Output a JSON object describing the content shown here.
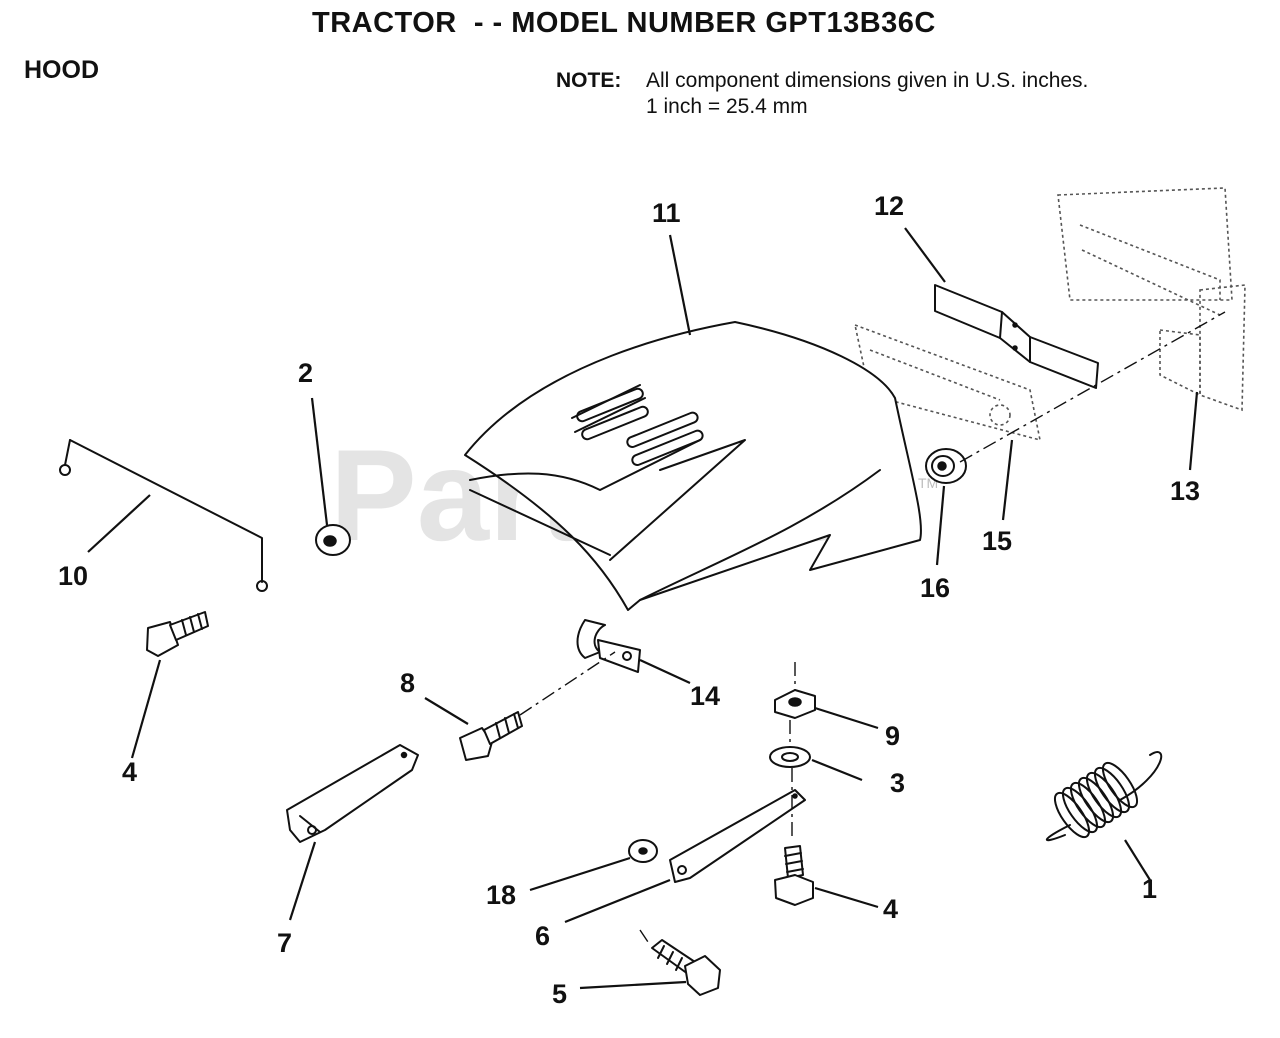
{
  "header": {
    "title": "TRACTOR  - - MODEL NUMBER GPT13B36C",
    "section": "HOOD",
    "note_label": "NOTE:",
    "note_line1": "All component dimensions given in U.S. inches.",
    "note_line2": "1 inch = 25.4 mm"
  },
  "watermark": {
    "text": "PartsTree",
    "tm": "TM"
  },
  "callouts": {
    "c1": "1",
    "c2": "2",
    "c3": "3",
    "c4a": "4",
    "c4b": "4",
    "c5": "5",
    "c6": "6",
    "c7": "7",
    "c8": "8",
    "c9": "9",
    "c10": "10",
    "c11": "11",
    "c12": "12",
    "c13": "13",
    "c14": "14",
    "c15": "15",
    "c16": "16",
    "c18": "18"
  }
}
